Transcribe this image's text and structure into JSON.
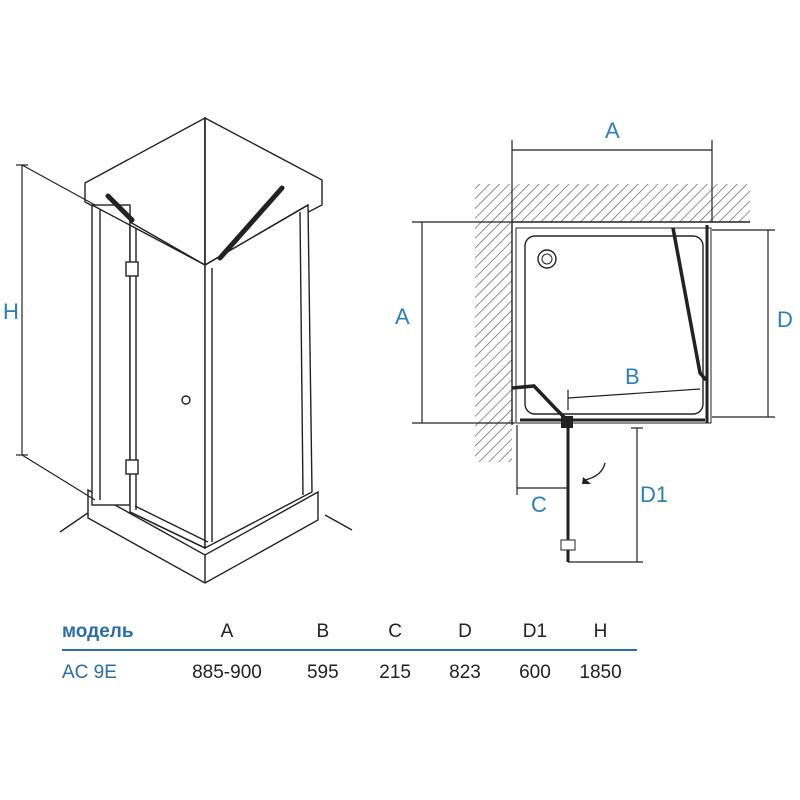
{
  "diagram": {
    "perspective_labels": {
      "height": "H"
    },
    "plan_labels": {
      "width": "A",
      "depth_left": "A",
      "depth_right": "D",
      "inner": "B",
      "door_offset": "C",
      "door_swing": "D1"
    }
  },
  "table": {
    "headers": [
      "модель",
      "A",
      "B",
      "C",
      "D",
      "D1",
      "H"
    ],
    "rows": [
      [
        "AC 9E",
        "885-900",
        "595",
        "215",
        "823",
        "600",
        "1850"
      ]
    ]
  },
  "colors": {
    "dimension": "#2a7fb8",
    "model": "#2a6ea8",
    "lines": "#222222"
  }
}
